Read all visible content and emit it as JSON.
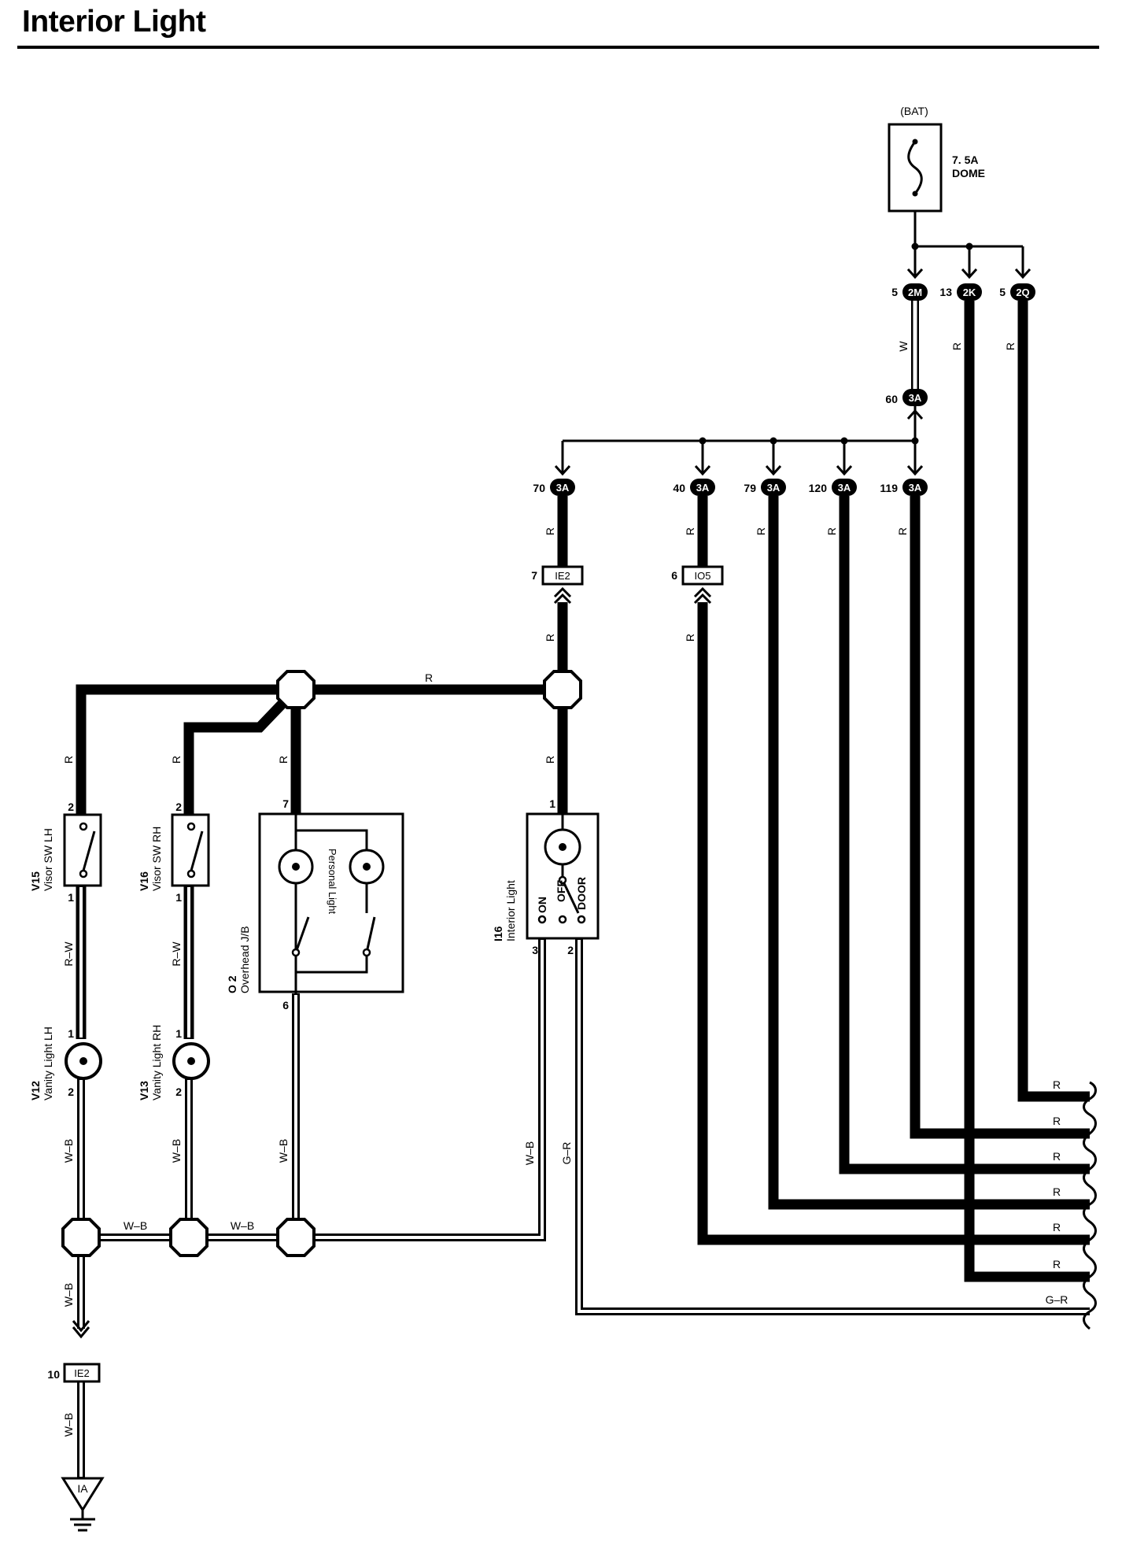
{
  "title": "Interior Light",
  "power": {
    "source": "(BAT)",
    "fuse_rating": "7. 5A",
    "fuse_name": "DOME"
  },
  "upper_connectors": [
    {
      "pin": "5",
      "code": "2M"
    },
    {
      "pin": "13",
      "code": "2K"
    },
    {
      "pin": "5",
      "code": "2Q"
    },
    {
      "pin": "60",
      "code": "3A"
    },
    {
      "pin": "70",
      "code": "3A"
    },
    {
      "pin": "40",
      "code": "3A"
    },
    {
      "pin": "79",
      "code": "3A"
    },
    {
      "pin": "120",
      "code": "3A"
    },
    {
      "pin": "119",
      "code": "3A"
    }
  ],
  "junction_connectors": [
    {
      "pin": "7",
      "code": "IE2"
    },
    {
      "pin": "6",
      "code": "IO5"
    },
    {
      "pin": "10",
      "code": "IE2"
    }
  ],
  "ground": "IA",
  "wire_colors": {
    "R": "R",
    "W": "W",
    "RW": "R–W",
    "WB": "W–B",
    "GR": "G–R"
  },
  "components": {
    "v15": {
      "code": "V15",
      "name": "Visor SW LH",
      "pin_top": "2",
      "pin_bottom": "1"
    },
    "v16": {
      "code": "V16",
      "name": "Visor SW RH",
      "pin_top": "2",
      "pin_bottom": "1"
    },
    "o2": {
      "code": "O 2",
      "name": "Overhead J/B",
      "lamp": "Personal Light",
      "pin_top": "7",
      "pin_bottom": "6"
    },
    "i16": {
      "code": "I16",
      "name": "Interior Light",
      "pin_top": "1",
      "pin_3": "3",
      "pin_2": "2",
      "pos_on": "ON",
      "pos_off": "OFF",
      "pos_door": "DOOR"
    },
    "v12": {
      "code": "V12",
      "name": "Vanity Light LH",
      "pin_top": "1",
      "pin_bottom": "2"
    },
    "v13": {
      "code": "V13",
      "name": "Vanity Light RH",
      "pin_top": "1",
      "pin_bottom": "2"
    }
  },
  "colors": {
    "ink": "#000000",
    "paper": "#ffffff"
  }
}
